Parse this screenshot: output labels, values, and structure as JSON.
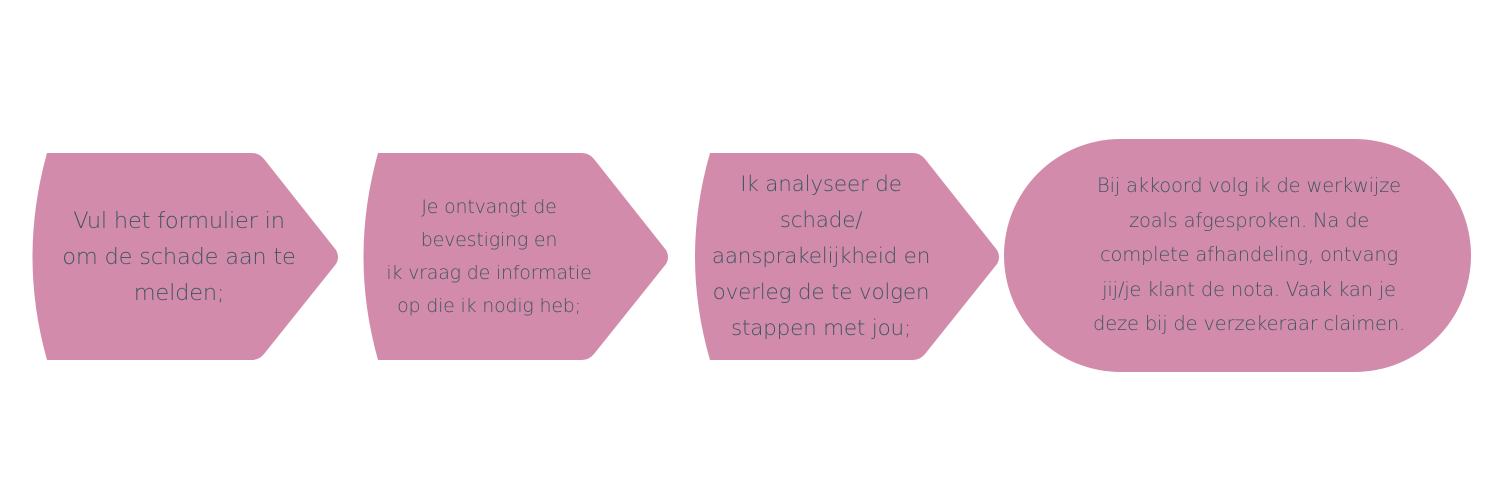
{
  "diagram": {
    "type": "process-flow",
    "fill_color": "#d38bab",
    "text_color": "#3f5560",
    "background": "#ffffff",
    "steps": [
      {
        "index": 1,
        "shape": "chevron-arrow",
        "text": "Vul het formulier in\nom de schade aan te\nmelden;"
      },
      {
        "index": 2,
        "shape": "chevron-arrow",
        "text": "Je ontvangt de\nbevestiging en\nik vraag de informatie\nop die ik nodig heb;"
      },
      {
        "index": 3,
        "shape": "chevron-arrow",
        "text": "Ik analyseer de\nschade/\naansprakelijkheid en\noverleg de te volgen\nstappen met jou;"
      },
      {
        "index": 4,
        "shape": "pill",
        "text": "Bij akkoord volg ik de werkwijze\nzoals afgesproken. Na de\ncomplete afhandeling, ontvang\njij/je klant de nota. Vaak kan je\ndeze bij de verzekeraar claimen."
      }
    ]
  }
}
